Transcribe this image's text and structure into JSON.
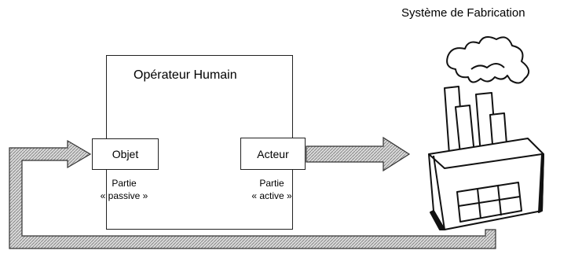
{
  "system": {
    "title": "Système de Fabrication"
  },
  "operator": {
    "title": "Opérateur Humain"
  },
  "objet": {
    "label": "Objet",
    "caption_line1": "Partie",
    "caption_line2": "« passive »"
  },
  "acteur": {
    "label": "Acteur",
    "caption_line1": "Partie",
    "caption_line2": "« active »"
  },
  "icons": {
    "human": "stick-figure-icon",
    "factory": "factory-icon"
  },
  "colors": {
    "arrow_fill": "#bdbdbd",
    "stroke": "#222222"
  }
}
